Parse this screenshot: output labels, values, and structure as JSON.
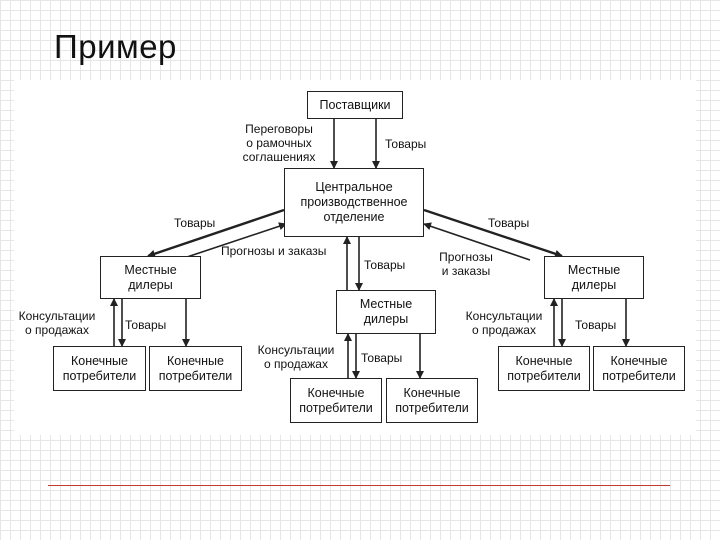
{
  "slide": {
    "title": "Пример"
  },
  "boxes": {
    "suppliers": "Поставщики",
    "central": "Центральное\nпроизводственное\nотделение",
    "dealers_left": "Местные\nдилеры",
    "dealers_center": "Местные\nдилеры",
    "dealers_right": "Местные\nдилеры",
    "consumer": "Конечные\nпотребители"
  },
  "labels": {
    "negotiations": "Переговоры\nо рамочных\nсоглашениях",
    "goods": "Товары",
    "forecasts_orders": "Прогнозы и заказы",
    "forecasts_orders_split": "Прогнозы\nи заказы",
    "sales_consulting": "Консультации\nо продажах"
  },
  "colors": {
    "line": "#222222",
    "footer_rule": "#c0392b"
  }
}
